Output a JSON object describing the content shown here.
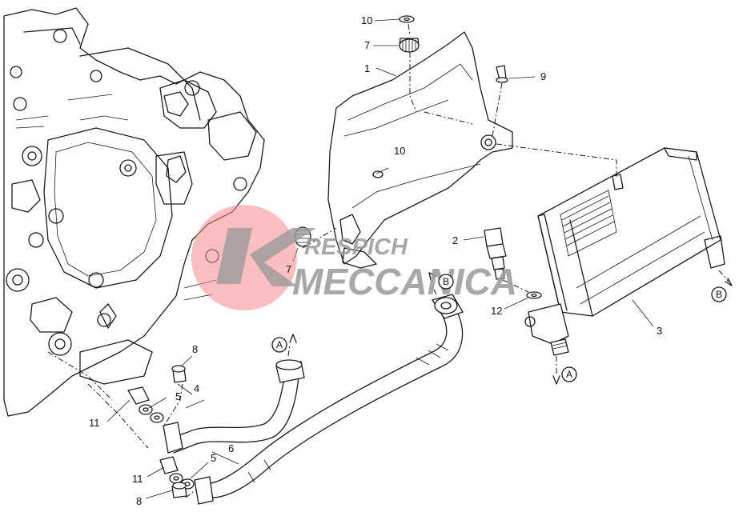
{
  "watermark": {
    "line1": "RESPICH",
    "line2": "MECCANICA",
    "circle_color": "#f2898c",
    "text_color": "#9a9a9a"
  },
  "part_numbers": {
    "p1": "1",
    "p2": "2",
    "p3": "3",
    "p4": "4",
    "p5a": "5",
    "p5b": "5",
    "p6": "6",
    "p7a": "7",
    "p7b": "7",
    "p8a": "8",
    "p8b": "8",
    "p9": "9",
    "p10a": "10",
    "p10b": "10",
    "p11a": "11",
    "p11b": "11",
    "p12": "12"
  },
  "connection_markers": {
    "a1": "A",
    "a2": "A",
    "b1": "B",
    "b2": "B"
  }
}
